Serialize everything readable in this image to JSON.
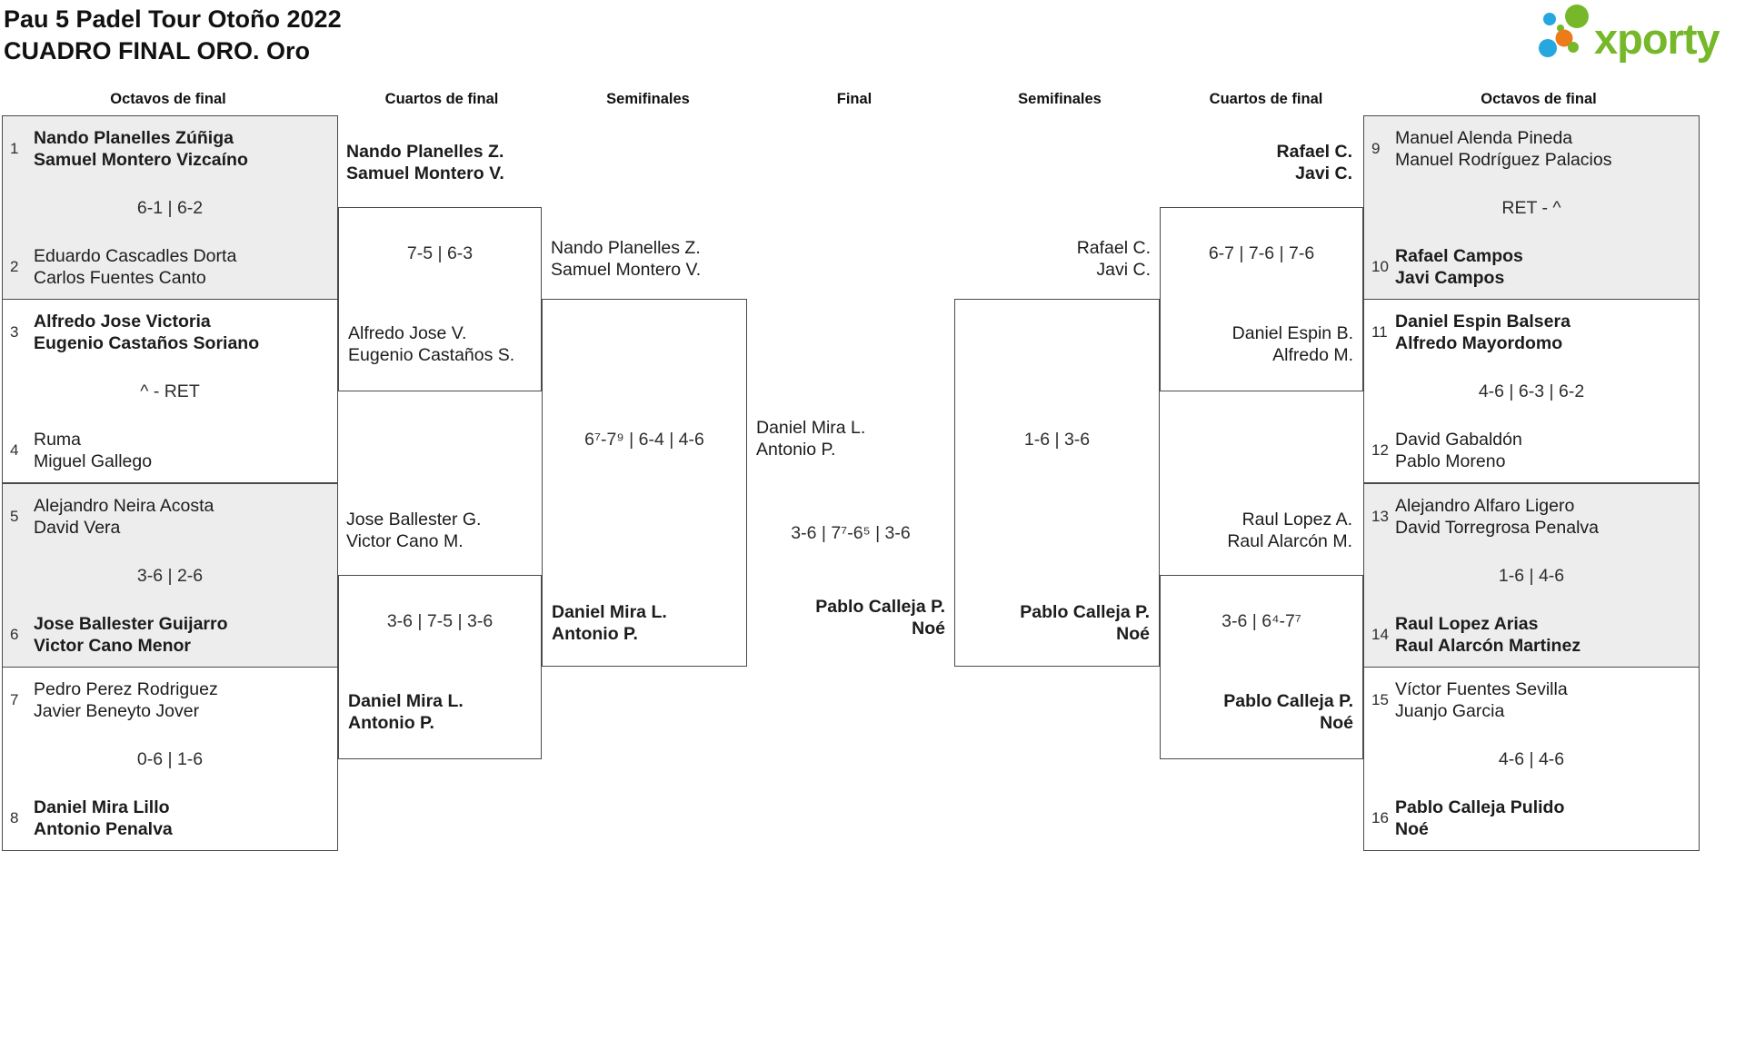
{
  "header": {
    "title_line1": "Pau 5 Padel Tour Otoño 2022",
    "title_line2": "CUADRO FINAL ORO. Oro"
  },
  "logo": {
    "brand": "xporty",
    "colors": {
      "green": "#76b82a",
      "orange": "#ec7b19",
      "blue": "#27a7e0"
    }
  },
  "round_headers": {
    "r16_left": "Octavos de final",
    "qf_left": "Cuartos de final",
    "sf_left": "Semifinales",
    "final": "Final",
    "sf_right": "Semifinales",
    "qf_right": "Cuartos de final",
    "r16_right": "Octavos de final"
  },
  "bracket": {
    "r16_left": [
      {
        "seed_top": "1",
        "top": [
          "Nando Planelles Zúñiga",
          "Samuel Montero Vizcaíno"
        ],
        "score": "6-1 | 6-2",
        "seed_bottom": "2",
        "bottom": [
          "Eduardo Cascadles Dorta",
          "Carlos Fuentes Canto"
        ]
      },
      {
        "seed_top": "3",
        "top": [
          "Alfredo Jose Victoria",
          "Eugenio Castaños Soriano"
        ],
        "score": "^ - RET",
        "seed_bottom": "4",
        "bottom": [
          "Ruma",
          "Miguel Gallego"
        ]
      },
      {
        "seed_top": "5",
        "top": [
          "Alejandro Neira Acosta",
          "David Vera"
        ],
        "score": "3-6 | 2-6",
        "seed_bottom": "6",
        "bottom": [
          "Jose Ballester Guijarro",
          "Victor Cano Menor"
        ]
      },
      {
        "seed_top": "7",
        "top": [
          "Pedro Perez Rodriguez",
          "Javier Beneyto Jover"
        ],
        "score": "0-6 | 1-6",
        "seed_bottom": "8",
        "bottom": [
          "Daniel Mira Lillo",
          "Antonio Penalva"
        ]
      }
    ],
    "qf_left": [
      {
        "top": [
          "Nando Planelles Z.",
          "Samuel Montero V."
        ],
        "score": "7-5 | 6-3",
        "bottom": [
          "Alfredo Jose V.",
          "Eugenio Castaños S."
        ]
      },
      {
        "top": [
          "Jose Ballester G.",
          "Victor Cano M."
        ],
        "score": "3-6 | 7-5 | 3-6",
        "bottom": [
          "Daniel Mira L.",
          "Antonio P."
        ]
      }
    ],
    "sf_left": {
      "top": [
        "Nando Planelles Z.",
        "Samuel Montero V."
      ],
      "score": "6⁷-7⁹ | 6-4 | 4-6",
      "bottom": [
        "Daniel Mira L.",
        "Antonio P."
      ]
    },
    "final": {
      "top": [
        "Daniel Mira L.",
        "Antonio P."
      ],
      "score": "3-6 | 7⁷-6⁵ | 3-6",
      "bottom": [
        "Pablo Calleja P.",
        "Noé"
      ]
    },
    "sf_right": {
      "top": [
        "Rafael C.",
        "Javi C."
      ],
      "score": "1-6 | 3-6",
      "bottom": [
        "Pablo Calleja P.",
        "Noé"
      ]
    },
    "qf_right": [
      {
        "top": [
          "Rafael C.",
          "Javi C."
        ],
        "score": "6-7 | 7-6 | 7-6",
        "bottom": [
          "Daniel Espin B.",
          "Alfredo M."
        ]
      },
      {
        "top": [
          "Raul Lopez A.",
          "Raul Alarcón M."
        ],
        "score": "3-6 | 6⁴-7⁷",
        "bottom": [
          "Pablo Calleja P.",
          "Noé"
        ]
      }
    ],
    "r16_right": [
      {
        "seed_top": "9",
        "top": [
          "Manuel Alenda Pineda",
          "Manuel Rodríguez Palacios"
        ],
        "score": "RET - ^",
        "seed_bottom": "10",
        "bottom": [
          "Rafael Campos",
          "Javi Campos"
        ]
      },
      {
        "seed_top": "11",
        "top": [
          "Daniel Espin Balsera",
          "Alfredo Mayordomo"
        ],
        "score": "4-6 | 6-3 | 6-2",
        "seed_bottom": "12",
        "bottom": [
          "David Gabaldón",
          "Pablo Moreno"
        ]
      },
      {
        "seed_top": "13",
        "top": [
          "Alejandro Alfaro Ligero",
          "David Torregrosa Penalva"
        ],
        "score": "1-6 | 4-6",
        "seed_bottom": "14",
        "bottom": [
          "Raul Lopez Arias",
          "Raul Alarcón Martinez"
        ]
      },
      {
        "seed_top": "15",
        "top": [
          "Víctor Fuentes Sevilla",
          "Juanjo Garcia"
        ],
        "score": "4-6 | 4-6",
        "seed_bottom": "16",
        "bottom": [
          "Pablo Calleja Pulido",
          "Noé"
        ]
      }
    ]
  }
}
